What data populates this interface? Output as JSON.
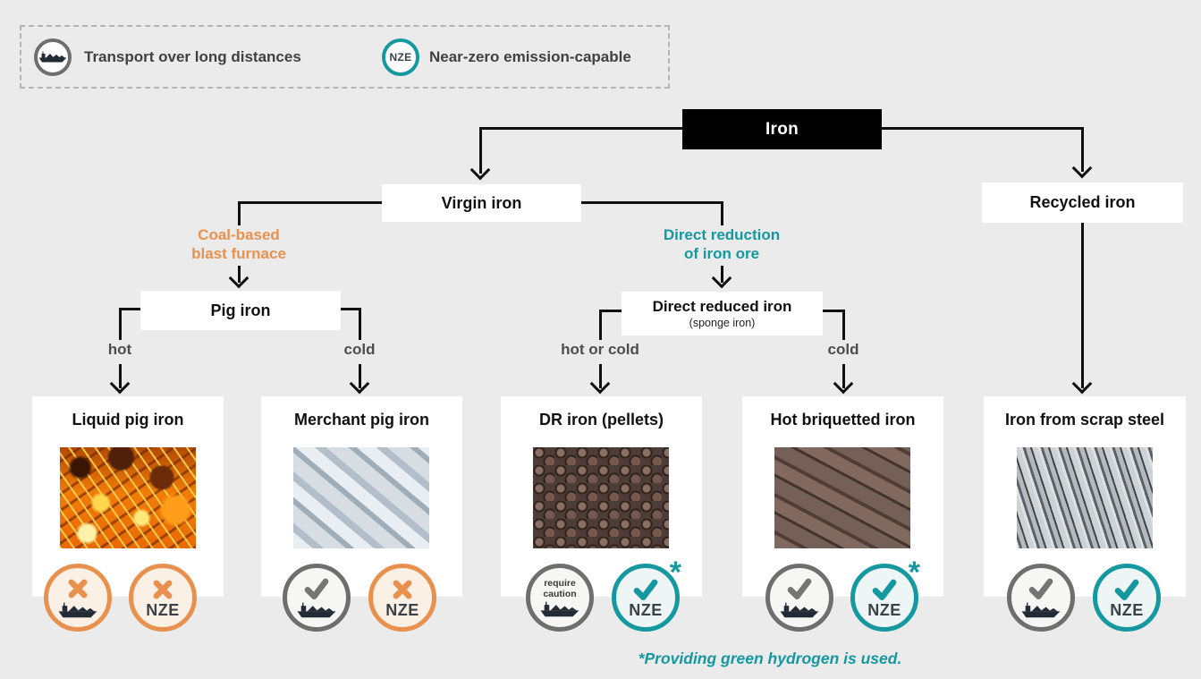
{
  "colors": {
    "teal": "#1598a0",
    "orange": "#e8914f",
    "gray": "#6e6e6e",
    "line": "#101010",
    "background": "#ebebeb"
  },
  "legend": {
    "transport": {
      "label": "Transport over long distances"
    },
    "nze": {
      "abbr": "NZE",
      "label": "Near-zero emission-capable"
    }
  },
  "nodes": {
    "root": "Iron",
    "virgin": "Virgin iron",
    "recycled": "Recycled iron",
    "pig_iron": "Pig iron",
    "dri": "Direct reduced iron",
    "dri_sub": "(sponge iron)"
  },
  "routes": {
    "coal": {
      "line1": "Coal-based",
      "line2": "blast furnace"
    },
    "dr": {
      "line1": "Direct reduction",
      "line2": "of iron ore"
    }
  },
  "branches": {
    "pig_hot": "hot",
    "pig_cold": "cold",
    "dri_hot_cold": "hot or cold",
    "dri_cold": "cold"
  },
  "badge_text": {
    "nze": "NZE",
    "caution_line1": "require",
    "caution_line2": "caution"
  },
  "products": [
    {
      "title": "Liquid pig iron",
      "transport_status": "not-suitable",
      "nze_status": "not-capable",
      "asterisk": ""
    },
    {
      "title": "Merchant pig iron",
      "transport_status": "suitable",
      "nze_status": "not-capable",
      "asterisk": ""
    },
    {
      "title": "DR iron (pellets)",
      "transport_status": "require-caution",
      "nze_status": "capable",
      "asterisk": "*"
    },
    {
      "title": "Hot briquetted iron",
      "transport_status": "suitable",
      "nze_status": "capable",
      "asterisk": "*"
    },
    {
      "title": "Iron from scrap steel",
      "transport_status": "suitable",
      "nze_status": "capable",
      "asterisk": ""
    }
  ],
  "footnote": "*Providing green hydrogen is used."
}
